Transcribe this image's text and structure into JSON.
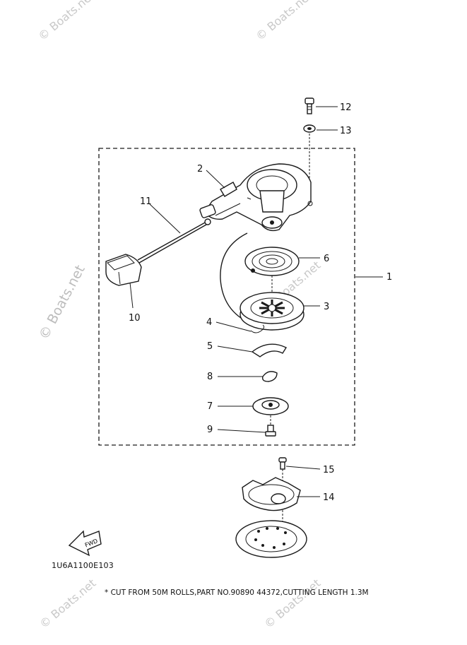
{
  "watermark": "© Boats.net",
  "diagram_code": "1U6A1100E103",
  "footnote": "* CUT FROM 50M ROLLS,PART NO.90890 44372,CUTTING LENGTH 1.3M",
  "fwd_label": "FWD",
  "callouts": {
    "c1": "1",
    "c2": "2",
    "c3": "3",
    "c4": "4",
    "c5": "5",
    "c6": "6",
    "c7": "7",
    "c8": "8",
    "c9": "9",
    "c10": "10",
    "c11": "11",
    "c12": "12",
    "c13": "13",
    "c14": "14",
    "c15": "15"
  }
}
